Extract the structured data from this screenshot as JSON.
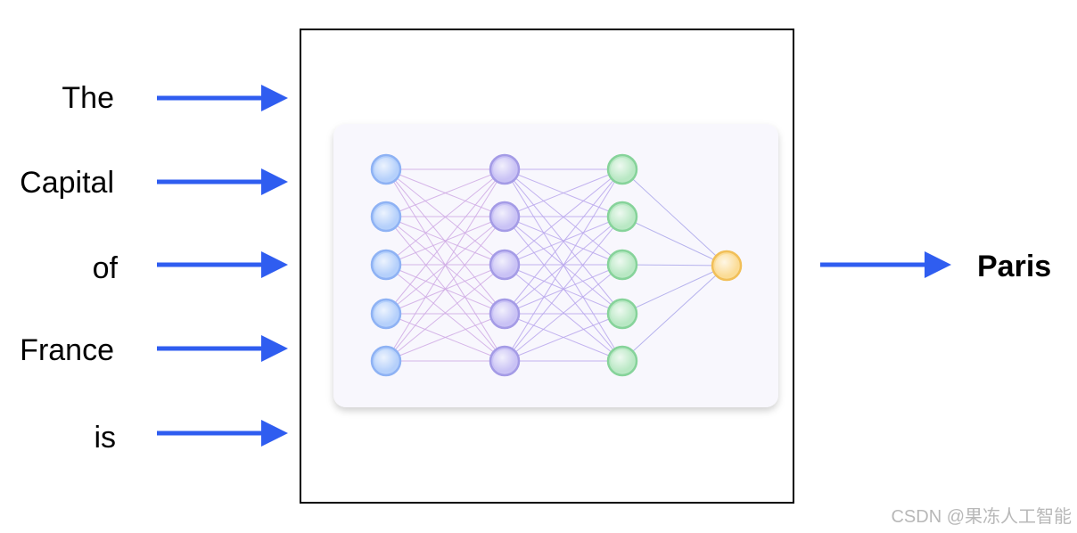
{
  "inputs": {
    "words": [
      "The",
      "Capital",
      "of",
      "France",
      "is"
    ]
  },
  "output": {
    "word": "Paris"
  },
  "network": {
    "layers": [
      5,
      5,
      5,
      1
    ],
    "layer_colors": [
      {
        "fill": "#b5d0fb",
        "stroke": "#8eb2f4"
      },
      {
        "fill": "#c9c2f5",
        "stroke": "#a49be6"
      },
      {
        "fill": "#b9e8c4",
        "stroke": "#86d39a"
      },
      {
        "fill": "#fbdc96",
        "stroke": "#f1bf58"
      }
    ],
    "edge_colors": [
      "#cfa9e4",
      "#b9a6ec",
      "#aaa6ea"
    ]
  },
  "colors": {
    "arrow": "#2f5df0",
    "box_border": "#000000",
    "panel_bg": "#f8f7fd"
  },
  "watermark": "CSDN @果冻人工智能"
}
